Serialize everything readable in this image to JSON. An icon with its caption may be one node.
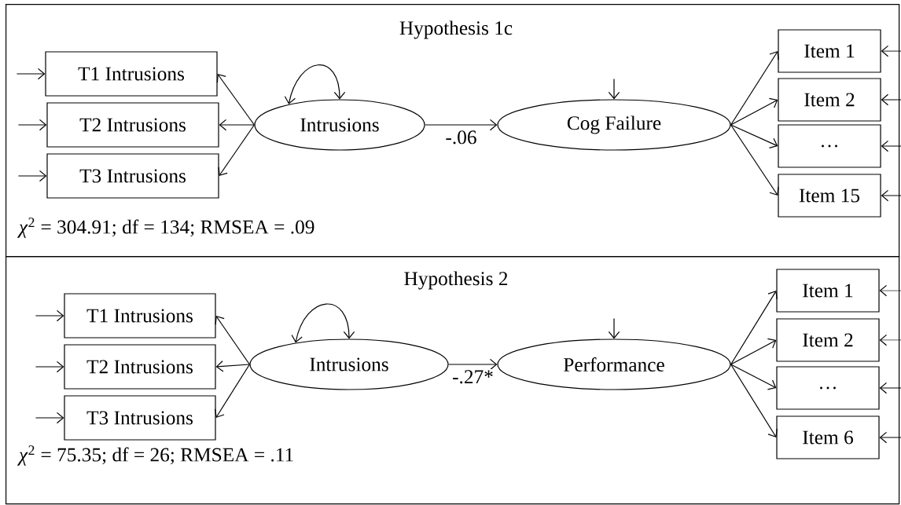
{
  "diagram": {
    "nodes": [
      {
        "text": [
          "Hypothesis 1c",
          "*χ*$^{2}$ = 304.91; df = 134; RMSEA = .09"
        ]
      },
      {
        "text": [
          "T1 Intrusions"
        ],
        "in": 0
      },
      {
        "text": [
          "T2 Intrusions"
        ],
        "in": 0
      },
      {
        "text": [
          "T3 Intrusions"
        ],
        "in": 0
      },
      {
        "text": [
          "Intrusions"
        ],
        "in": 0
      },
      {
        "text": [
          "Cog Failure"
        ],
        "in": 0
      },
      {
        "text": [
          "Item 1"
        ],
        "in": 0
      },
      {
        "text": [
          "Item 2"
        ],
        "in": 0
      },
      {
        "text": [
          "…"
        ],
        "in": 0
      },
      {
        "text": [
          "Item 15"
        ],
        "in": 0
      },
      {
        "text": [
          "Hypothesis 2",
          "*χ*$^{2}$ = 75.35; df = 26; RMSEA = .11"
        ]
      },
      {
        "text": [
          "T1 Intrusions"
        ],
        "in": 10
      },
      {
        "text": [
          "T2 Intrusions"
        ],
        "in": 10
      },
      {
        "text": [
          "T3 Intrusions"
        ],
        "in": 10
      },
      {
        "text": [
          "Intrusions"
        ],
        "in": 10
      },
      {
        "text": [
          "Performance"
        ],
        "in": 10
      },
      {
        "text": [
          "Item 1"
        ],
        "in": 10
      },
      {
        "text": [
          "Item 2"
        ],
        "in": 10
      },
      {
        "text": [
          "…"
        ],
        "in": 10
      },
      {
        "text": [
          "Item 6"
        ],
        "in": 10
      }
    ],
    "edges": [
      {
        "from": null,
        "to": 1,
        "arrow": "to"
      },
      {
        "from": null,
        "to": 2,
        "arrow": "to"
      },
      {
        "from": null,
        "to": 3,
        "arrow": "to"
      },
      {
        "from": 4,
        "to": 1,
        "arrow": "to"
      },
      {
        "from": 4,
        "to": 2,
        "arrow": "to"
      },
      {
        "from": 4,
        "to": 3,
        "arrow": "to"
      },
      {
        "from": 4,
        "to": 4,
        "arrow": "both"
      },
      {
        "from": 4,
        "to": 5,
        "arrow": "to",
        "label": "-.06"
      },
      {
        "from": null,
        "to": 5,
        "arrow": "to"
      },
      {
        "from": 5,
        "to": 6,
        "arrow": "to"
      },
      {
        "from": 5,
        "to": 7,
        "arrow": "to"
      },
      {
        "from": 5,
        "to": 8,
        "arrow": "to"
      },
      {
        "from": 5,
        "to": 9,
        "arrow": "to"
      },
      {
        "from": null,
        "to": 6,
        "arrow": "to"
      },
      {
        "from": null,
        "to": 7,
        "arrow": "to"
      },
      {
        "from": null,
        "to": 8,
        "arrow": "to"
      },
      {
        "from": null,
        "to": 9,
        "arrow": "to"
      },
      {
        "from": null,
        "to": 11,
        "arrow": "to"
      },
      {
        "from": null,
        "to": 12,
        "arrow": "to"
      },
      {
        "from": null,
        "to": 13,
        "arrow": "to"
      },
      {
        "from": 14,
        "to": 11,
        "arrow": "to"
      },
      {
        "from": 14,
        "to": 12,
        "arrow": "to"
      },
      {
        "from": 14,
        "to": 13,
        "arrow": "to"
      },
      {
        "from": 14,
        "to": 14,
        "arrow": "both"
      },
      {
        "from": 14,
        "to": 15,
        "arrow": "to",
        "label": "-.27*"
      },
      {
        "from": null,
        "to": 15,
        "arrow": "to"
      },
      {
        "from": 15,
        "to": 16,
        "arrow": "to"
      },
      {
        "from": 15,
        "to": 17,
        "arrow": "to"
      },
      {
        "from": 15,
        "to": 18,
        "arrow": "to"
      },
      {
        "from": 15,
        "to": 19,
        "arrow": "to"
      },
      {
        "from": null,
        "to": 16,
        "arrow": "to"
      },
      {
        "from": null,
        "to": 17,
        "arrow": "to"
      },
      {
        "from": null,
        "to": 18,
        "arrow": "to"
      },
      {
        "from": null,
        "to": 19,
        "arrow": "to"
      }
    ]
  }
}
